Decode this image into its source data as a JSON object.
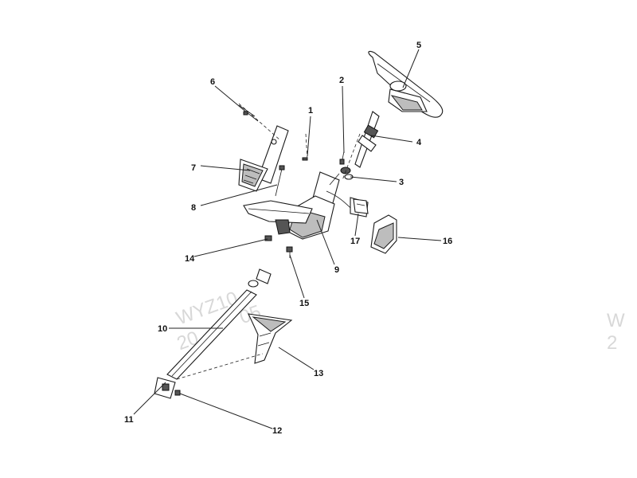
{
  "watermark": {
    "line1": "WYZ10",
    "line2": "20",
    "line3": "05",
    "edge1": "W",
    "edge2": "2"
  },
  "callouts": [
    {
      "id": "1",
      "text": "1"
    },
    {
      "id": "2",
      "text": "2"
    },
    {
      "id": "3",
      "text": "3"
    },
    {
      "id": "4",
      "text": "4"
    },
    {
      "id": "5",
      "text": "5"
    },
    {
      "id": "6",
      "text": "6"
    },
    {
      "id": "7",
      "text": "7"
    },
    {
      "id": "8",
      "text": "8"
    },
    {
      "id": "9",
      "text": "9"
    },
    {
      "id": "10",
      "text": "10"
    },
    {
      "id": "11",
      "text": "11"
    },
    {
      "id": "12",
      "text": "12"
    },
    {
      "id": "13",
      "text": "13"
    },
    {
      "id": "14",
      "text": "14"
    },
    {
      "id": "15",
      "text": "15"
    },
    {
      "id": "16",
      "text": "16"
    },
    {
      "id": "17",
      "text": "17"
    }
  ]
}
